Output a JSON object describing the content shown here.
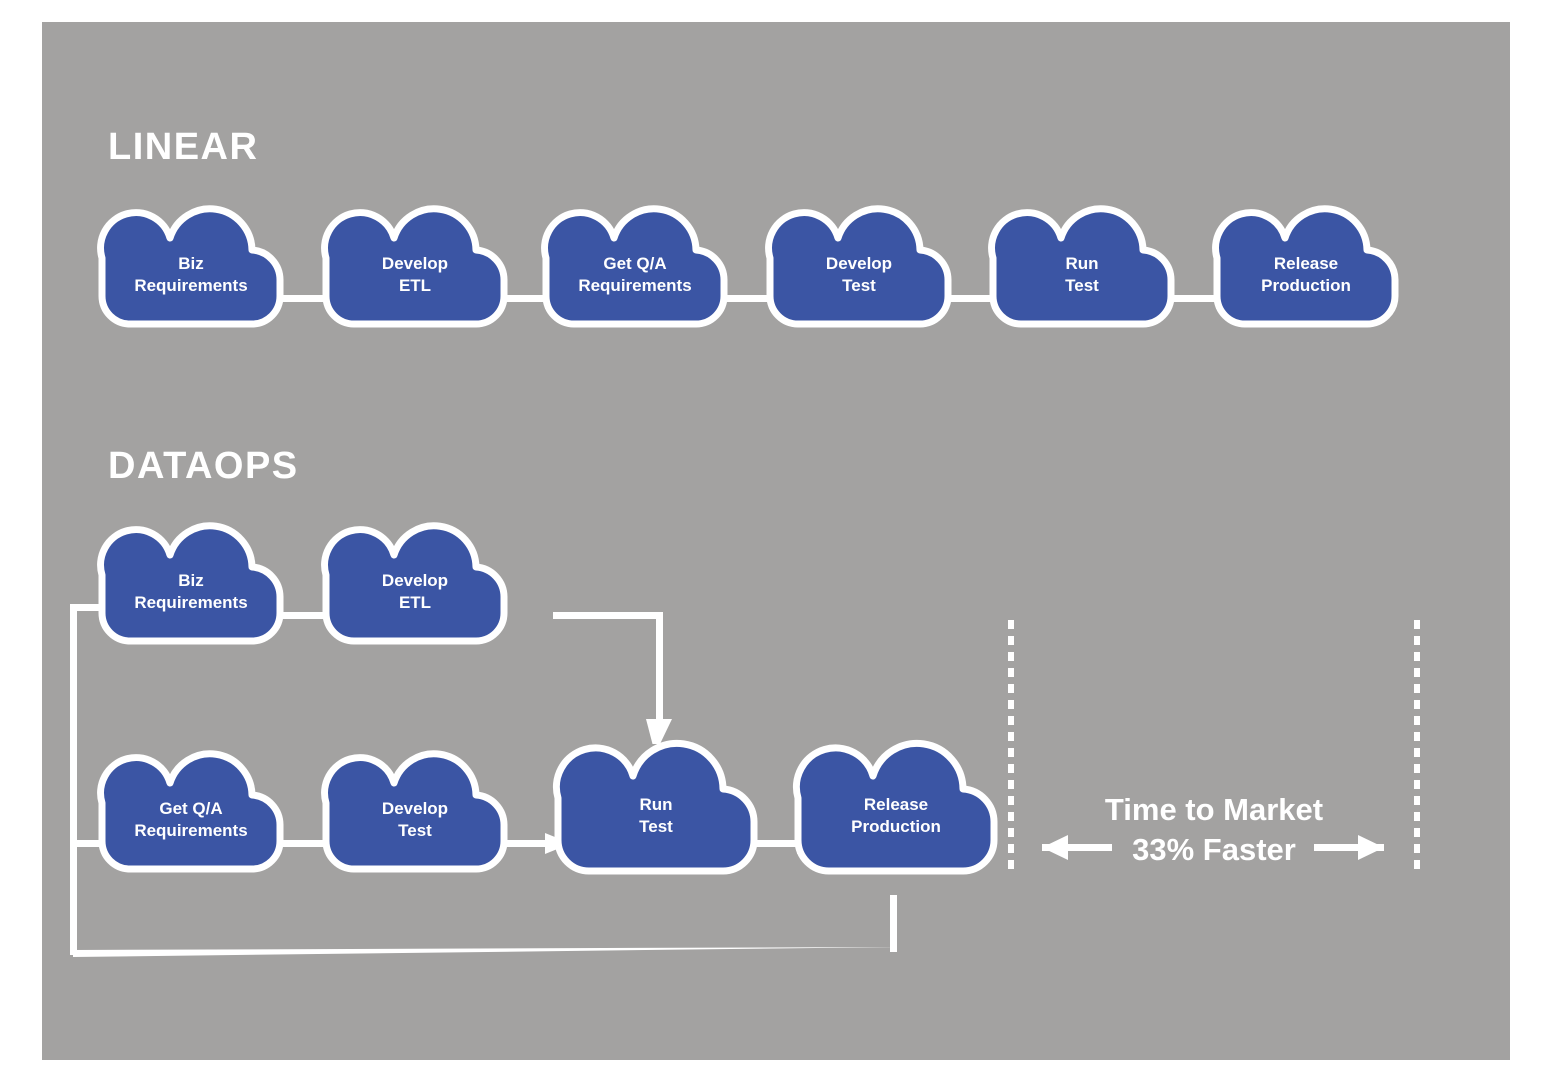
{
  "palette": {
    "background": "#ffffff",
    "panel": "#a3a2a1",
    "cloud_fill": "#3b55a4",
    "cloud_stroke": "#ffffff",
    "connector": "#ffffff",
    "text": "#ffffff"
  },
  "sections": [
    {
      "id": "linear",
      "title": "LINEAR"
    },
    {
      "id": "dataops",
      "title": "DATAOPS"
    }
  ],
  "linear": {
    "title": "LINEAR",
    "steps": [
      {
        "label": "Biz\nRequirements"
      },
      {
        "label": "Develop\nETL"
      },
      {
        "label": "Get Q/A\nRequirements"
      },
      {
        "label": "Develop\nTest"
      },
      {
        "label": "Run\nTest"
      },
      {
        "label": "Release\nProduction"
      }
    ]
  },
  "dataops": {
    "title": "DATAOPS",
    "row_top": [
      {
        "label": "Biz\nRequirements"
      },
      {
        "label": "Develop\nETL"
      }
    ],
    "row_bottom": [
      {
        "label": "Get Q/A\nRequirements"
      },
      {
        "label": "Develop\nTest"
      },
      {
        "label": "Run\nTest"
      },
      {
        "label": "Release\nProduction"
      }
    ]
  },
  "time_to_market": {
    "line1": "Time to Market",
    "line2": "33% Faster"
  }
}
